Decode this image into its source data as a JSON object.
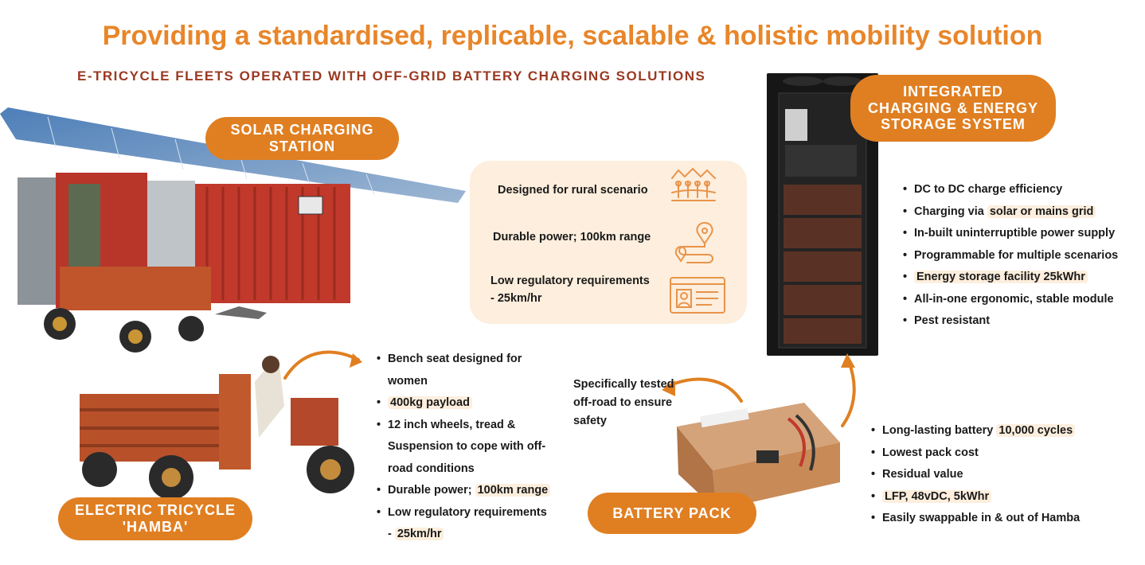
{
  "header": {
    "title": "Providing a standardised, replicable, scalable & holistic mobility solution",
    "subtitle": "E-TRICYCLE FLEETS OPERATED WITH OFF-GRID BATTERY CHARGING SOLUTIONS"
  },
  "labels": {
    "solar_station": [
      "SOLAR CHARGING",
      "STATION"
    ],
    "integrated": [
      "INTEGRATED",
      "CHARGING & ENERGY",
      "STORAGE SYSTEM"
    ],
    "tricycle": [
      "ELECTRIC TRICYCLE",
      "'HAMBA'"
    ],
    "battery": "BATTERY PACK"
  },
  "features": [
    {
      "text": "Designed for rural scenario",
      "icon": "fields-icon"
    },
    {
      "text": "Durable power; 100km range",
      "icon": "route-icon"
    },
    {
      "text_line1": "Low regulatory requirements",
      "text_line2": "- 25km/hr",
      "icon": "license-card-icon"
    }
  ],
  "tricycle_features": {
    "seat_line1": "Bench seat designed for",
    "seat_line2": "women",
    "payload": "400kg payload",
    "wheels_line1": "12 inch wheels, tread &",
    "wheels_line2": "Suspension to cope with off-",
    "wheels_line3": "road conditions",
    "power_prefix": "Durable power; ",
    "power_hl": "100km range",
    "reg_line1": "Low regulatory requirements",
    "reg_prefix": "- ",
    "reg_hl": "25km/hr"
  },
  "storage_features": {
    "item1": "DC to DC charge efficiency",
    "item2_prefix": "Charging via ",
    "item2_hl": "solar or mains grid",
    "item3": "In-built uninterruptible power supply",
    "item4": "Programmable for multiple scenarios",
    "item5_hl": "Energy storage facility 25kWhr",
    "item6": "All-in-one ergonomic, stable module",
    "item7": "Pest resistant"
  },
  "battery_callout": "Specifically tested off-road to ensure safety",
  "battery_features": {
    "item1_prefix": "Long-lasting battery ",
    "item1_hl": "10,000 cycles",
    "item2": "Lowest pack cost",
    "item3": "Residual value",
    "item4_hl": "LFP, 48vDC, 5kWhr",
    "item5": "Easily swappable in & out of Hamba"
  },
  "colors": {
    "accent": "#e07f22",
    "title": "#e8862a",
    "subtitle": "#9a3a22",
    "highlight": "#fdeedd"
  }
}
